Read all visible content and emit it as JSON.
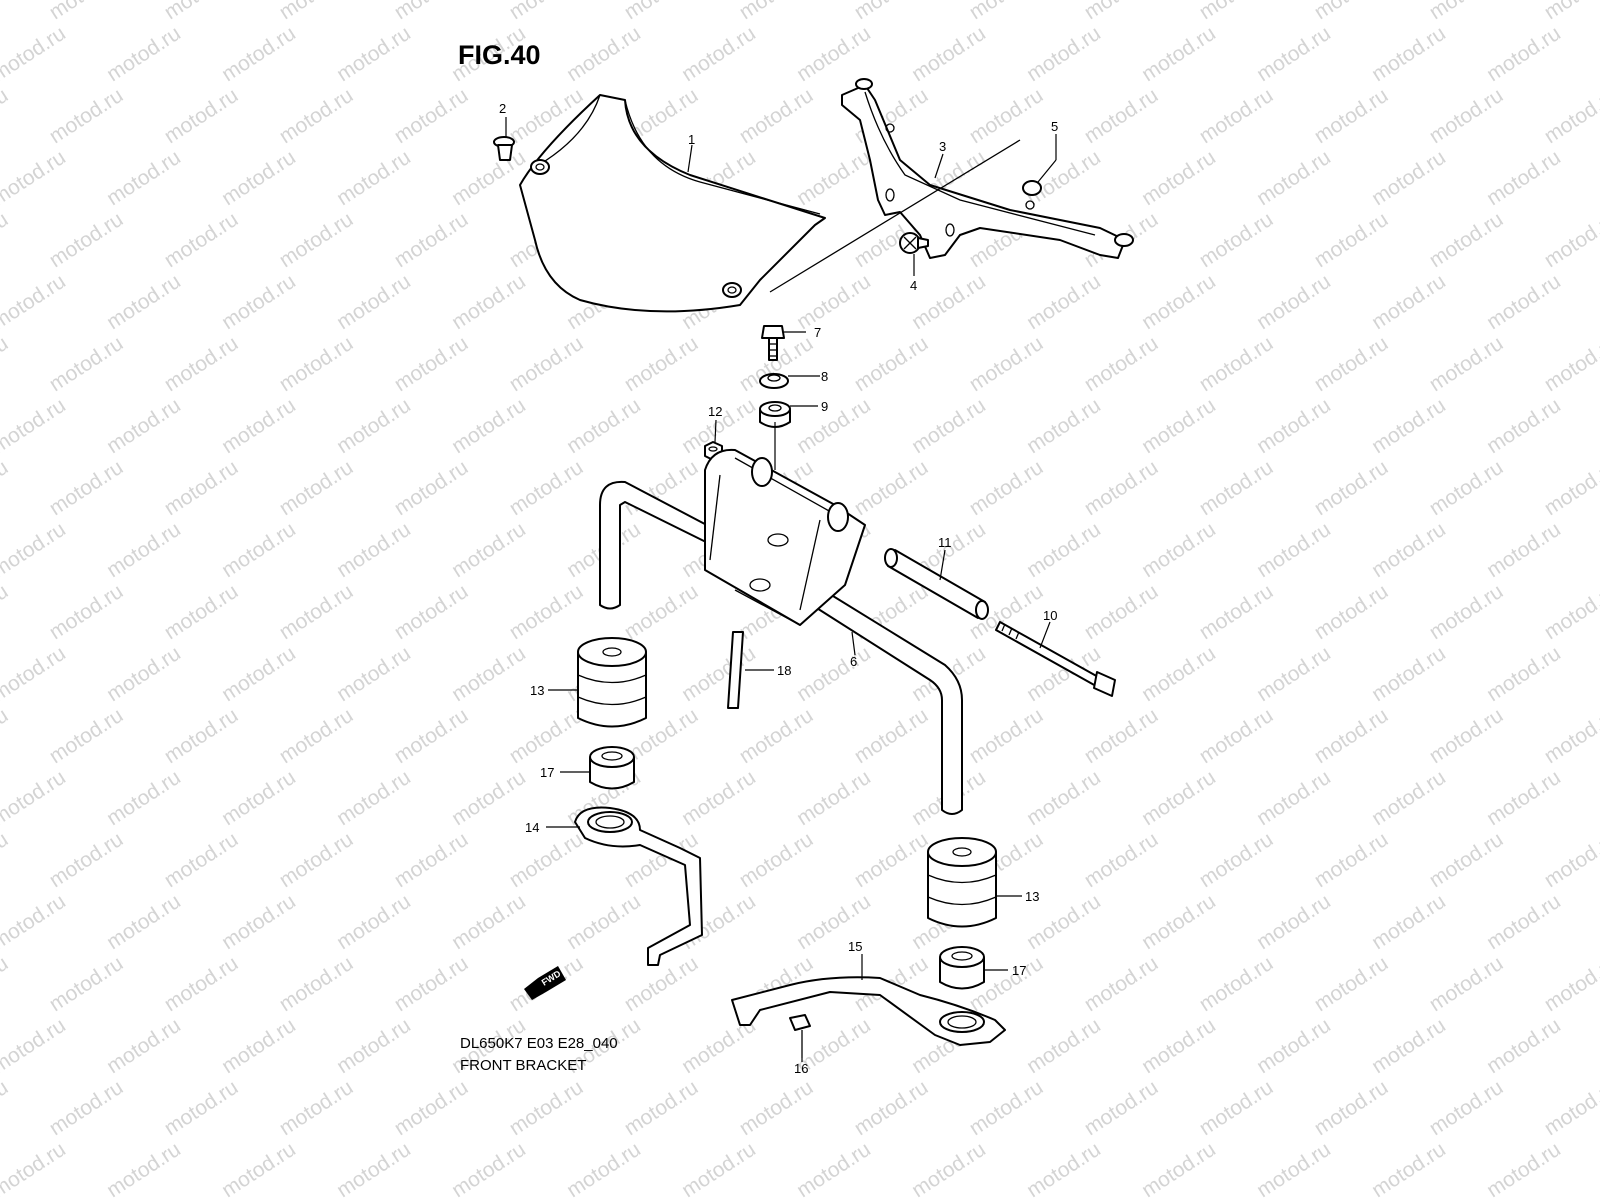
{
  "figure": {
    "title": "FIG.40"
  },
  "footer": {
    "model_code": "DL650K7 E03 E28_040",
    "caption": "FRONT BRACKET"
  },
  "watermark": {
    "text": "motod.ru",
    "color": "#d4d4d4"
  },
  "fwd_badge": {
    "text": "FWD"
  },
  "callouts": {
    "c1": "1",
    "c2": "2",
    "c3": "3",
    "c4": "4",
    "c5": "5",
    "c6": "6",
    "c7": "7",
    "c8": "8",
    "c9": "9",
    "c10": "10",
    "c11": "11",
    "c12": "12",
    "c13a": "13",
    "c13b": "13",
    "c14": "14",
    "c15": "15",
    "c16": "16",
    "c17a": "17",
    "c17b": "17",
    "c18": "18"
  }
}
